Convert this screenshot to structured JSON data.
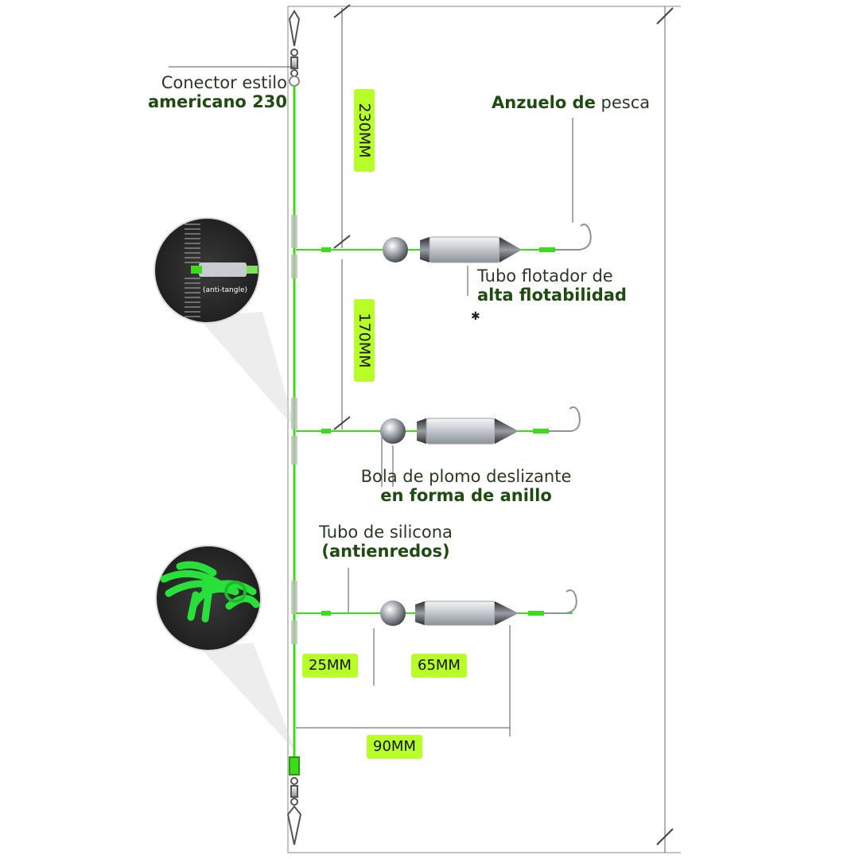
{
  "labels": {
    "connector_line1": "Conector estilo",
    "connector_line2": "americano 230",
    "hook_bold": "Anzuelo de",
    "hook_normal": "pesca",
    "float_line1": "Tubo flotador de",
    "float_line2": "alta flotabilidad",
    "sinker_line1": "Bola de plomo deslizante",
    "sinker_line2": "en forma de anillo",
    "silicone_line1": "Tubo de silicona",
    "silicone_line2": "(antienredos)"
  },
  "dimensions": {
    "d230": "230MM",
    "d170": "170MM",
    "d25": "25MM",
    "d65": "65MM",
    "d90": "90MM"
  },
  "inset": {
    "anti_tangle": "(anti-tangle)"
  },
  "colors": {
    "line_green": "#3ddc1a",
    "badge_green": "#b8ff2a",
    "label_dark_green": "#1f4a10",
    "metal": "#c9cdd2"
  }
}
